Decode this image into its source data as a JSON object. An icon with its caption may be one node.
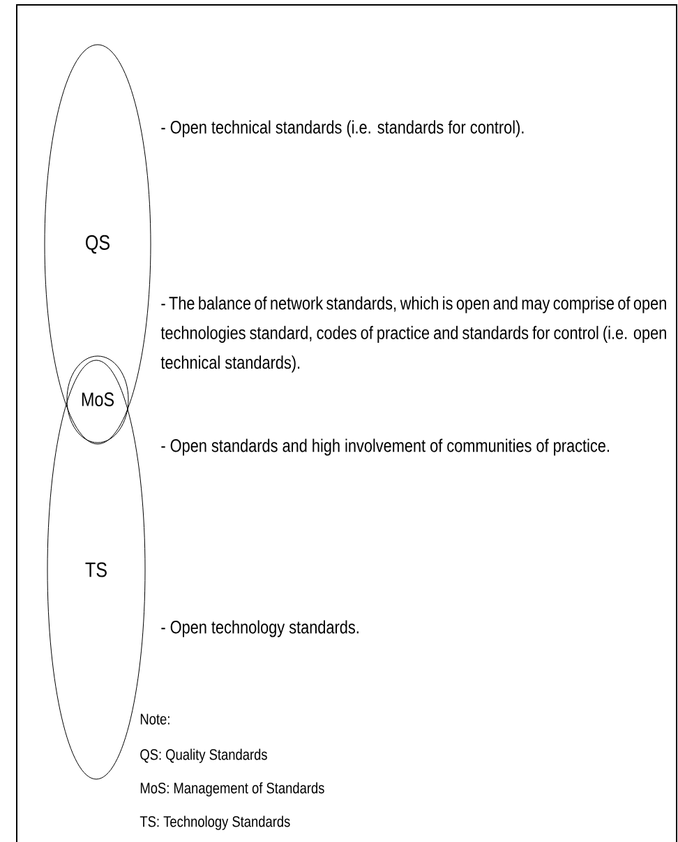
{
  "diagram": {
    "nodes": [
      {
        "text": [
          "QS"
        ]
      },
      {
        "text": [
          "MoS"
        ]
      },
      {
        "text": [
          "TS"
        ]
      }
    ],
    "labels": [
      "- Open technical standards (i.e. standards for control).",
      "- The balance of network standards, which is open and may comprise of open technologies standard, codes of practice and standards for control (i.e. open technical standards).",
      "- Open standards and high involvement of communities of practice.",
      "- Open technology standards.",
      "Note:",
      "QS: Quality Standards",
      "MoS: Management of Standards",
      "TS: Technology Standards"
    ]
  }
}
